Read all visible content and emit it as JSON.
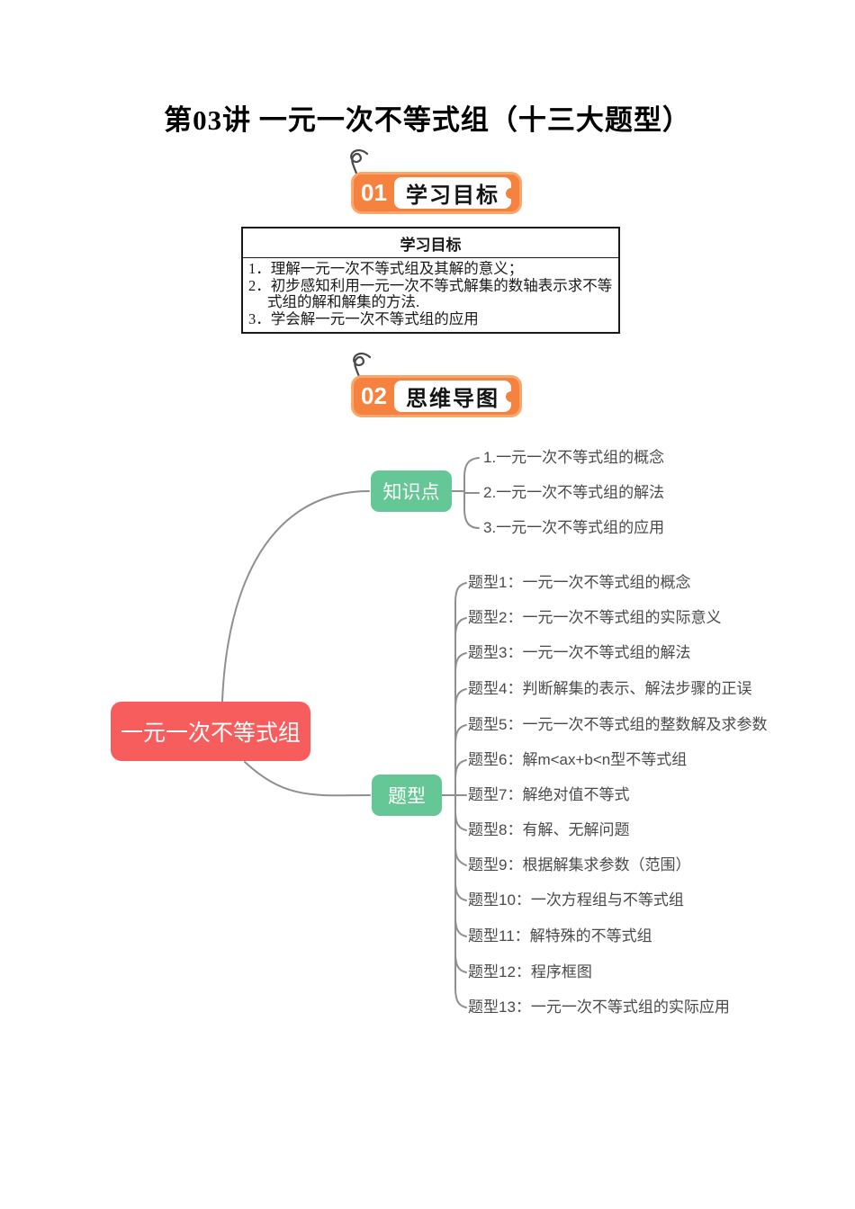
{
  "page": {
    "title": "第03讲 一元一次不等式组（十三大题型）"
  },
  "sections": [
    {
      "number": "01",
      "label": "学习目标"
    },
    {
      "number": "02",
      "label": "思维导图"
    }
  ],
  "objectives_table": {
    "header": "学习目标",
    "lines": [
      "1．理解一元一次不等式组及其解的意义；",
      "2．初步感知利用一元一次不等式解集的数轴表示求不等",
      "式组的解和解集的方法.",
      "3．学会解一元一次不等式组的应用"
    ]
  },
  "mindmap": {
    "root": "一元一次不等式组",
    "knowledge": {
      "label": "知识点",
      "items": [
        "1.一元一次不等式组的概念",
        "2.一元一次不等式组的解法",
        "3.一元一次不等式组的应用"
      ]
    },
    "types": {
      "label": "题型",
      "items": [
        "题型1：一元一次不等式组的概念",
        "题型2：一元一次不等式组的实际意义",
        "题型3：一元一次不等式组的解法",
        "题型4：判断解集的表示、解法步骤的正误",
        "题型5：一元一次不等式组的整数解及求参数",
        "题型6：解m<ax+b<n型不等式组",
        "题型7：解绝对值不等式",
        "题型8：有解、无解问题",
        "题型9：根据解集求参数（范围）",
        "题型10：一次方程组与不等式组",
        "题型11：解特殊的不等式组",
        "题型12：程序框图",
        "题型13：一元一次不等式组的实际应用"
      ]
    }
  },
  "colors": {
    "red": "#F85D5D",
    "green": "#65C795",
    "orange": "#F5823F",
    "orangeBorder": "#F9A76C",
    "line": "#8F8F8F",
    "itemText": "#4A4A4A"
  }
}
